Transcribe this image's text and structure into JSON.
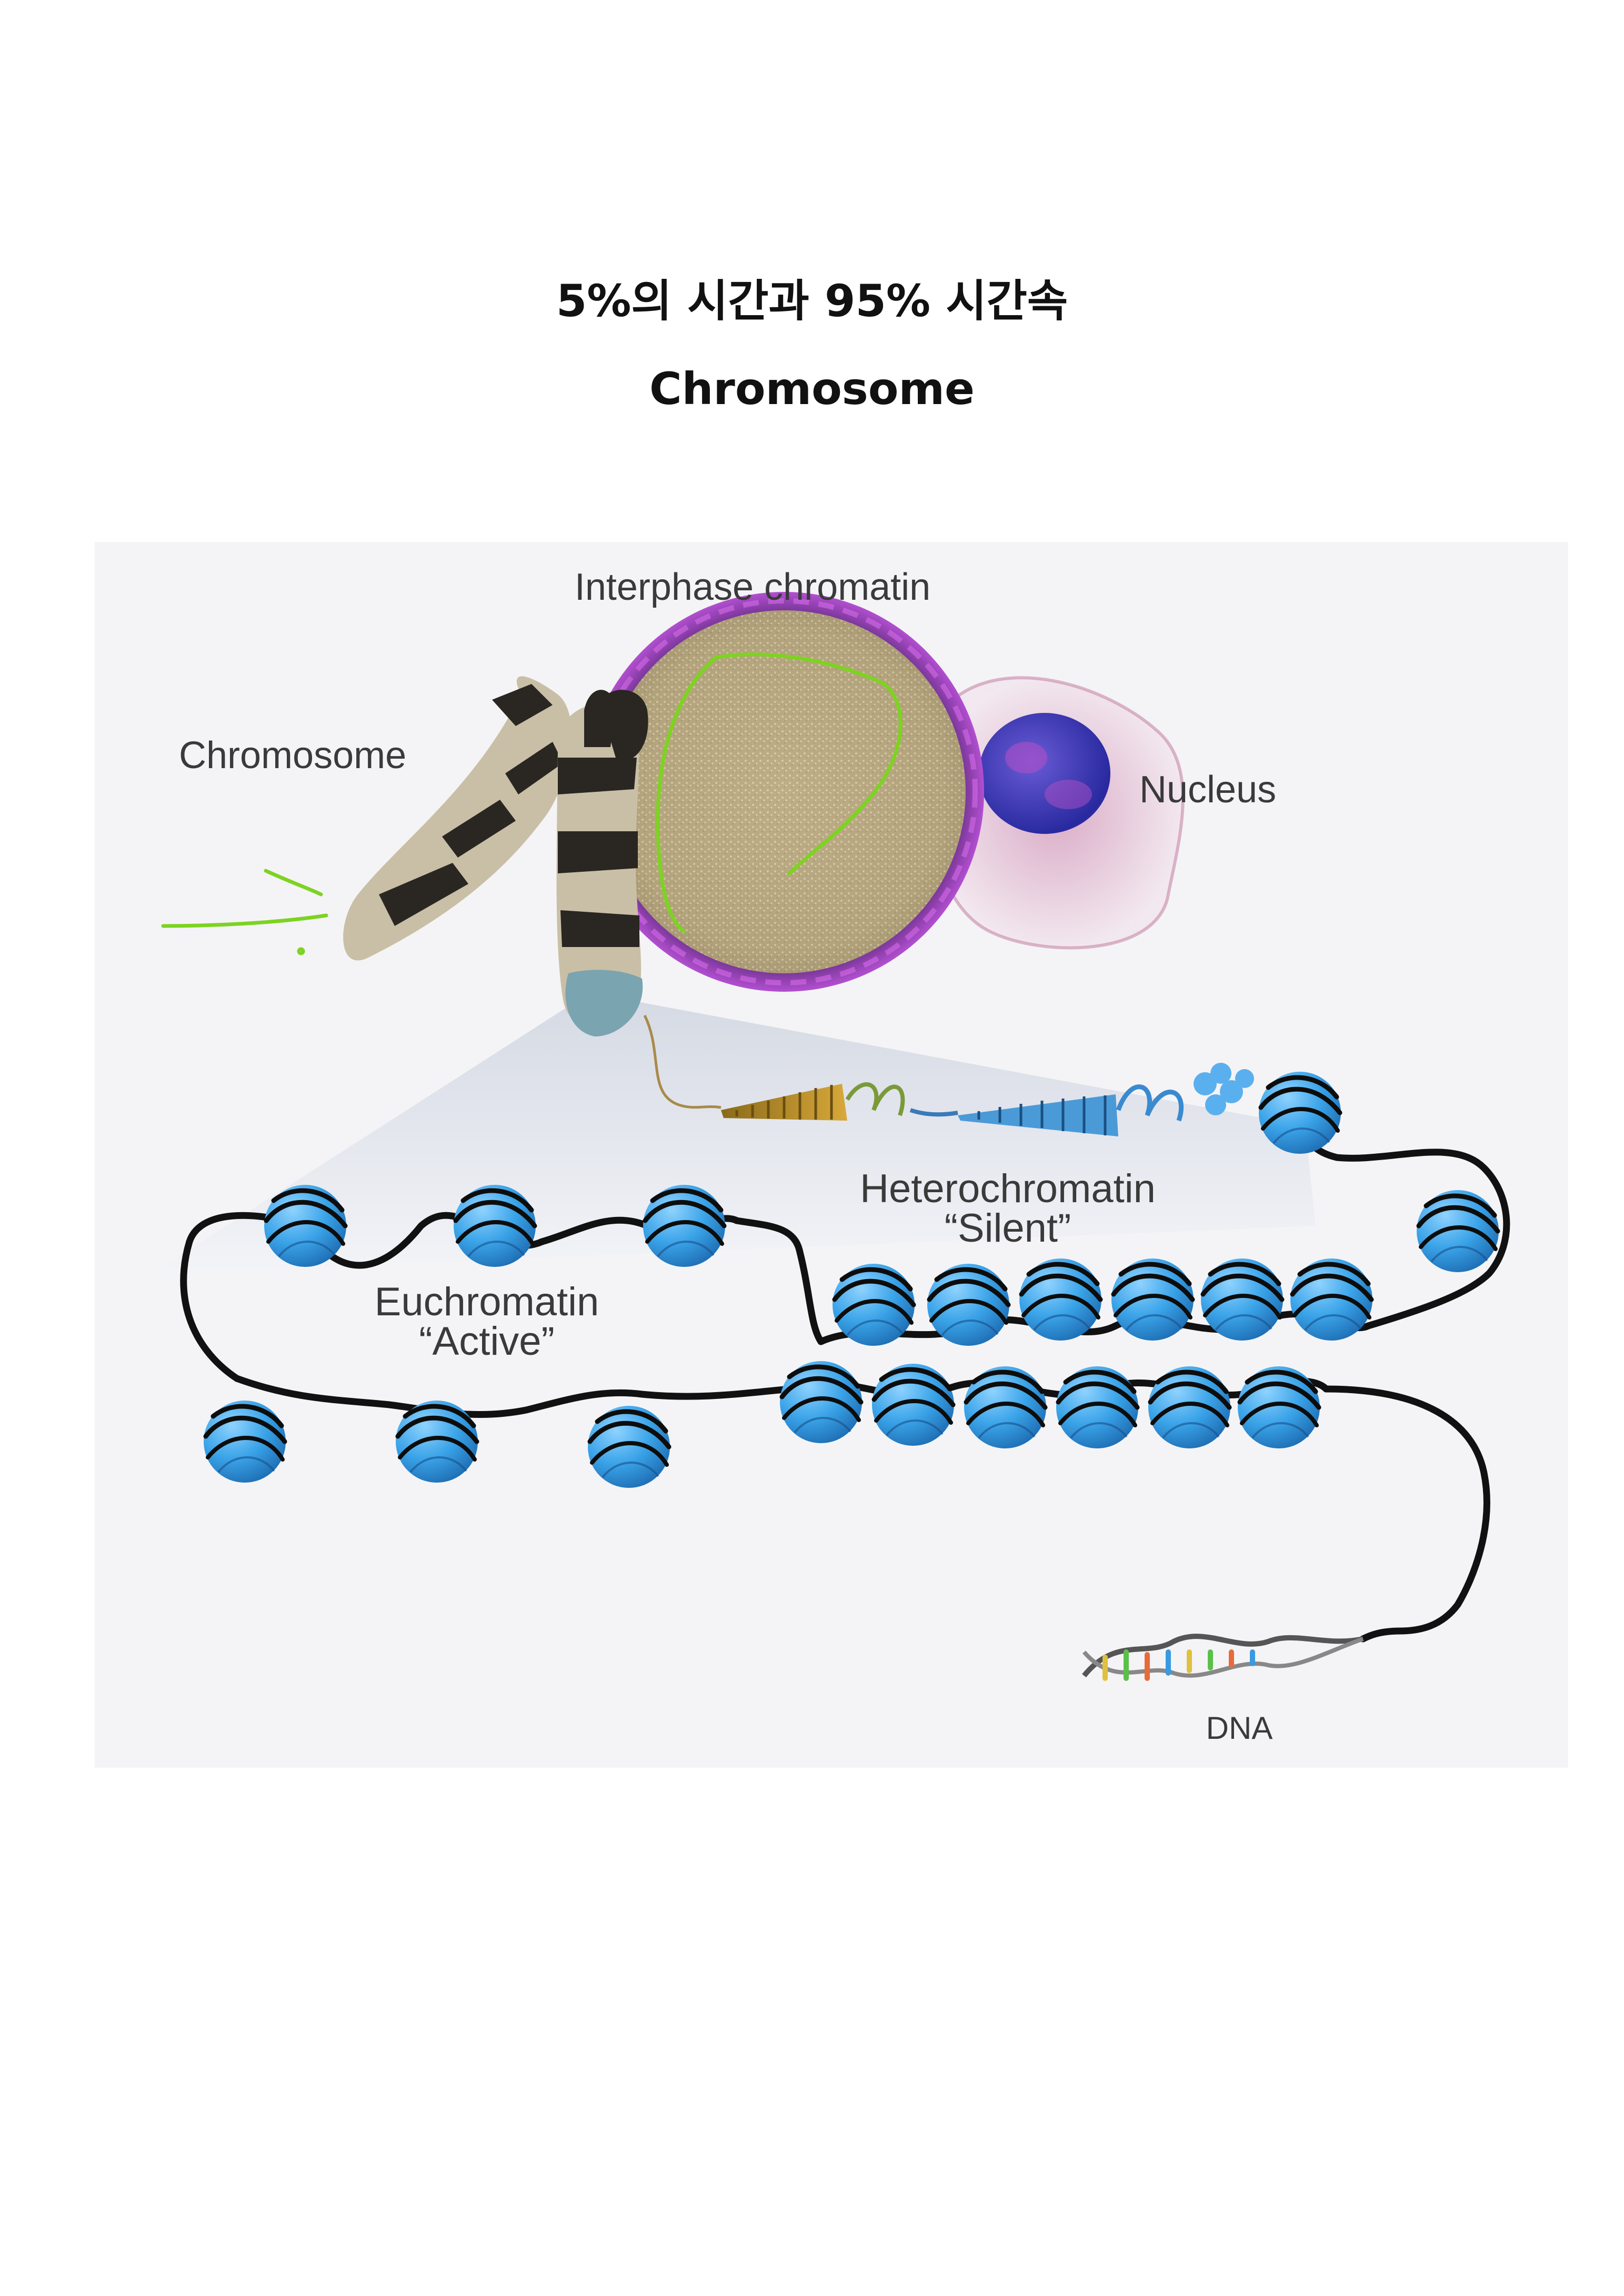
{
  "page": {
    "title": "5%의 시간과 95% 시간속",
    "subtitle": "Chromosome"
  },
  "figure": {
    "labels": {
      "interphase": "Interphase chromatin",
      "chromosome": "Chromosome",
      "nucleus": "Nucleus",
      "heterochromatin": "Heterochromatin",
      "silent": "“Silent”",
      "euchromatin": "Euchromatin",
      "active": "“Active”",
      "dna": "DNA"
    },
    "colors": {
      "nucleosome": "#3aa3e8",
      "dna_strand": "#111111",
      "annotation": "#7dd321",
      "chromosome_dark": "#2a2622",
      "chromosome_light": "#c9bfa6",
      "nucleus_rim": "#7a3aa8"
    }
  }
}
